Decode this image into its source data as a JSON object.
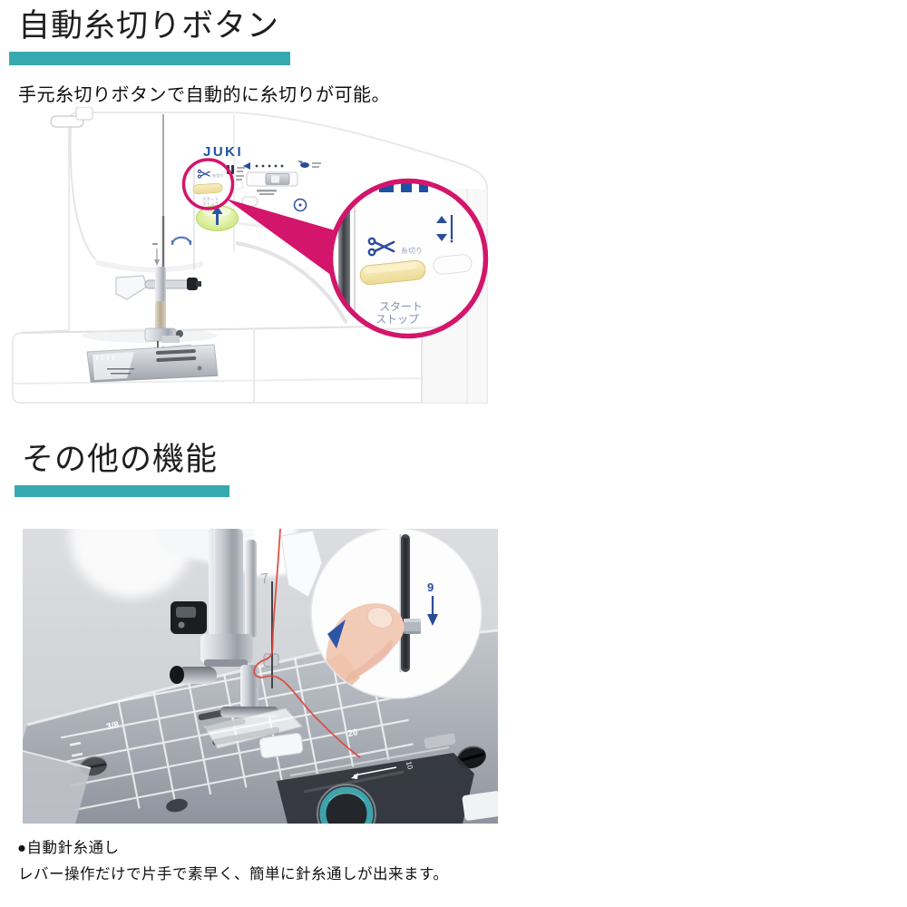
{
  "colors": {
    "teal_bar": "#37A9B0",
    "magenta_highlight": "#D3156B",
    "juki_blue": "#1C51A3",
    "navy_icon": "#2B4B9B",
    "button_yellow": "#F2E3A2",
    "start_button_green": "#CDE67E",
    "thread_red": "#DC4A3E"
  },
  "section_thread_trim": {
    "heading": "自動糸切りボタン",
    "description": "手元糸切りボタンで自動的に糸切りが可能。",
    "machine_photo": {
      "brand_logo": "JUKI",
      "thread_trim_button_label": "糸切り",
      "start_label": "スタート",
      "stop_label": "ストップ"
    }
  },
  "section_other_features": {
    "heading": "その他の機能",
    "feature_title": "●自動針糸通し",
    "feature_description": "レバー操作だけで片手で素早く、簡単に針糸通しが出来ます。",
    "threader_photo": {
      "needle_position_number": "9",
      "needle_size_number": "7",
      "plate_marking_left": "3/8",
      "plate_marking_right": "20",
      "bobbin_cover_marking": "10"
    }
  }
}
